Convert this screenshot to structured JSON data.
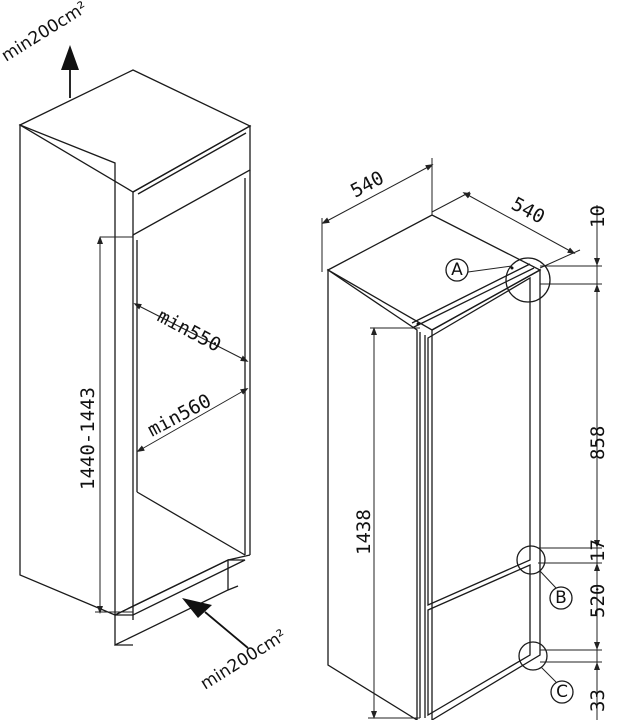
{
  "airflow": {
    "top_label": "min200cm²",
    "bottom_label": "min200cm²"
  },
  "niche": {
    "height_label": "1440-1443",
    "depth_min_label": "min550",
    "width_min_label": "min560"
  },
  "appliance": {
    "width_label": "540",
    "depth_label": "540",
    "height_label": "1438",
    "top_offset_label": "10",
    "upper_door_label": "858",
    "gap_label": "17",
    "lower_door_label": "520",
    "bottom_offset_label": "33"
  },
  "callouts": {
    "a": "A",
    "b": "B",
    "c": "C"
  }
}
